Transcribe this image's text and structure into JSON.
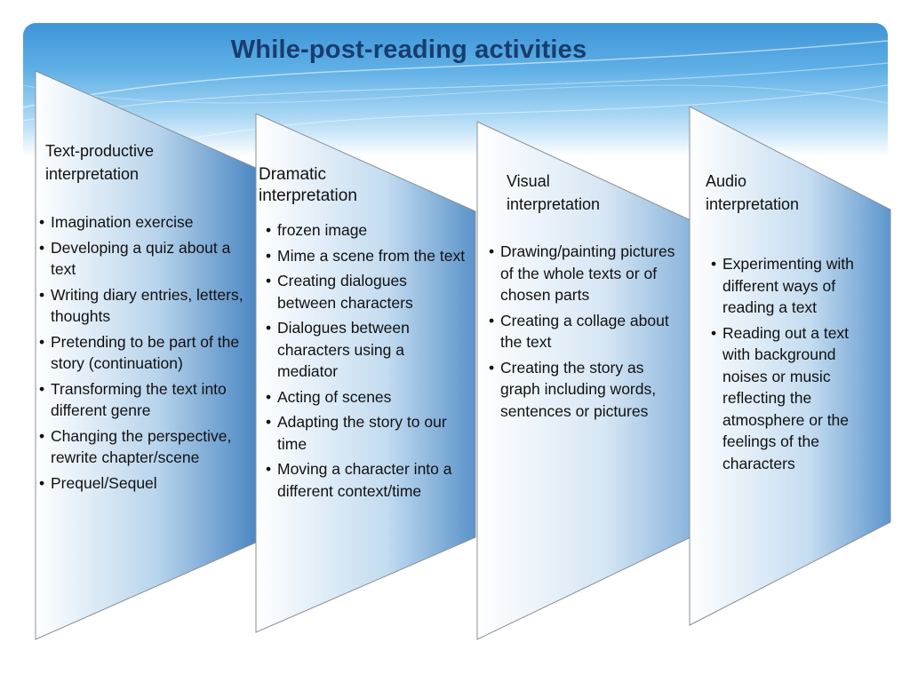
{
  "slide": {
    "title": "While-post-reading activities",
    "colors": {
      "title": "#173d6e",
      "banner_top": "#3e94d7",
      "banner_bottom": "#ffffff",
      "panel_light": "#ffffff",
      "panel_dark": "#4a86c2",
      "outline": "#8a8f96"
    }
  },
  "columns": [
    {
      "heading": "Text-productive interpretation",
      "items": [
        "Imagination exercise",
        "Developing a quiz about a text",
        "Writing diary entries, letters, thoughts",
        "Pretending to be part of the story (continuation)",
        "Transforming the text into different genre",
        "Changing the perspective, rewrite chapter/scene",
        "Prequel/Sequel"
      ]
    },
    {
      "heading": "Dramatic interpretation",
      "items": [
        "frozen image",
        "Mime a scene from the text",
        "Creating dialogues between characters",
        "Dialogues between characters using a mediator",
        "Acting of scenes",
        "Adapting the story to our time",
        "Moving a character into a different context/time"
      ]
    },
    {
      "heading": "Visual interpretation",
      "items": [
        "Drawing/painting pictures of the whole texts or of chosen parts",
        "Creating a collage about the text",
        "Creating the story as graph including words, sentences or pictures"
      ]
    },
    {
      "heading": "Audio interpretation",
      "items": [
        "Experimenting with different ways of reading a text",
        "Reading out a text with background noises or music reflecting the atmosphere or the feelings of the characters"
      ]
    }
  ]
}
